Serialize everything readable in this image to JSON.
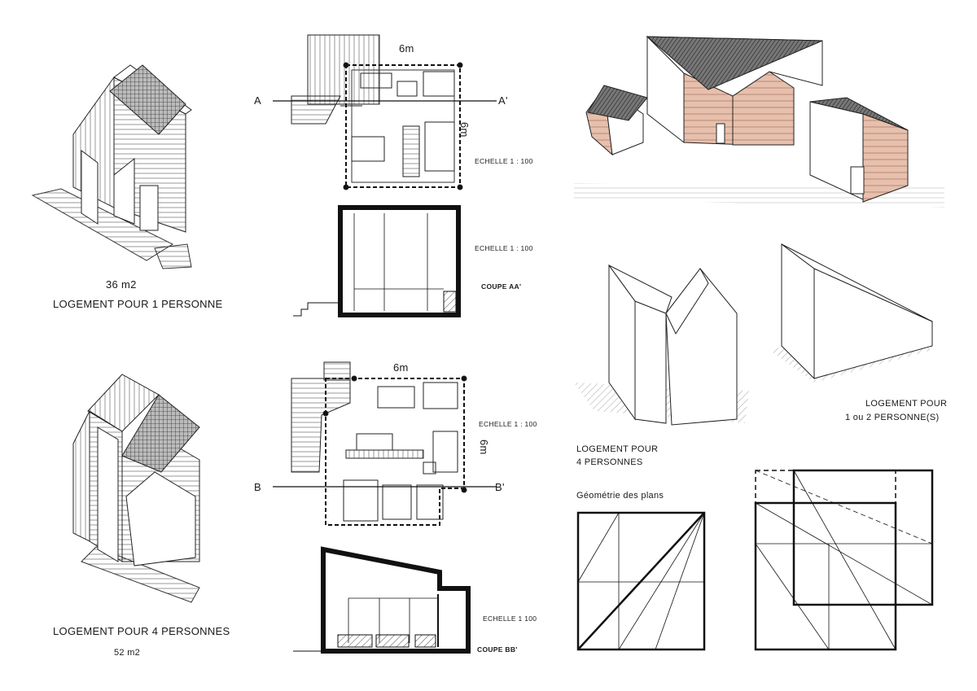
{
  "col1": {
    "area_1": "36 m2",
    "label_1": "LOGEMENT POUR 1 PERSONNE",
    "label_4": "LOGEMENT POUR 4 PERSONNES",
    "area_4": "52 m2"
  },
  "plan_a": {
    "dim_top": "6m",
    "dim_side": "6m",
    "section_left": "A",
    "section_right": "A'",
    "scale": "ECHELLE 1 : 100"
  },
  "coupe_a": {
    "scale": "ECHELLE 1 : 100",
    "title": "COUPE AA'"
  },
  "plan_b": {
    "dim_top": "6m",
    "dim_side": "6m",
    "section_left": "B",
    "section_right": "B'",
    "scale": "ECHELLE 1 : 100"
  },
  "coupe_b": {
    "scale": "ECHELLE 1  100",
    "title": "COUPE BB'"
  },
  "right": {
    "label_12_line1": "LOGEMENT POUR",
    "label_12_line2": "1 ou 2  PERSONNE(S)",
    "label_4_line1": "LOGEMENT POUR",
    "label_4_line2": "4 PERSONNES",
    "geometry_title": "Géométrie des plans"
  }
}
